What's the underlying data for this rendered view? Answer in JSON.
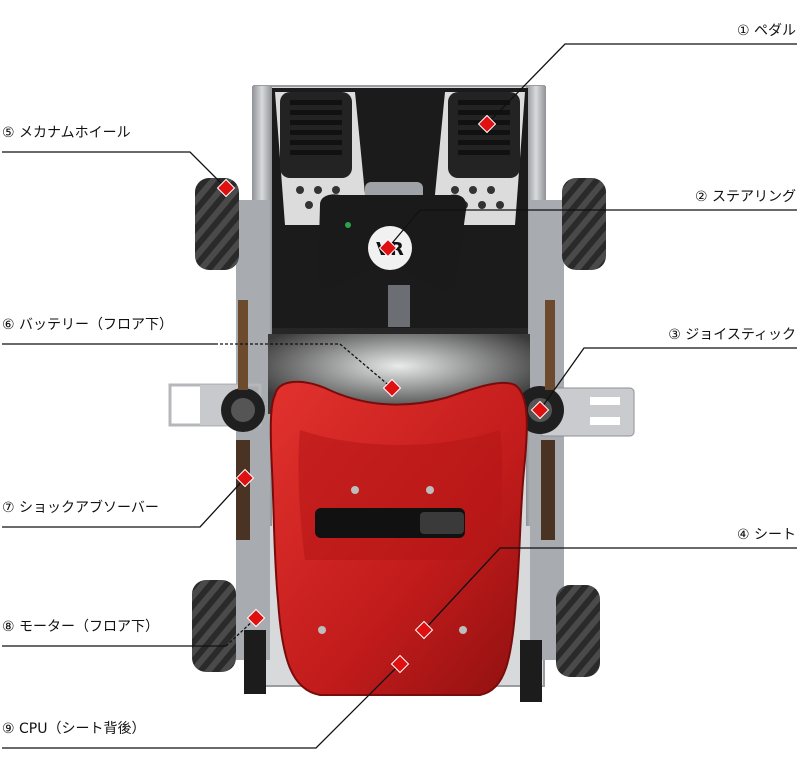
{
  "callouts": [
    {
      "id": "pedal",
      "num": "①",
      "text": "ペダル"
    },
    {
      "id": "steering",
      "num": "②",
      "text": "ステアリング"
    },
    {
      "id": "joystick",
      "num": "③",
      "text": "ジョイスティック"
    },
    {
      "id": "seat",
      "num": "④",
      "text": "シート"
    },
    {
      "id": "mecanum-wheel",
      "num": "⑤",
      "text": "メカナムホイール"
    },
    {
      "id": "battery",
      "num": "⑥",
      "text": "バッテリー（フロア下）"
    },
    {
      "id": "shock-absorber",
      "num": "⑦",
      "text": "ショックアブソーバー"
    },
    {
      "id": "motor",
      "num": "⑧",
      "text": "モーター（フロア下）"
    },
    {
      "id": "cpu",
      "num": "⑨",
      "text": "CPU（シート背後）"
    }
  ],
  "steering_logo": "VR",
  "colors": {
    "seat_red": "#c41e1e",
    "marker_red": "#e01010",
    "frame_black": "#1c1c1c",
    "aluminum": "#b9bcbf"
  }
}
